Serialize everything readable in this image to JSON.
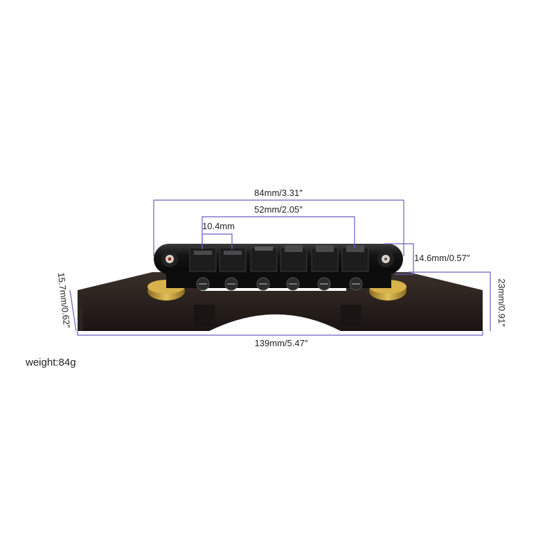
{
  "product": {
    "name": "guitar bridge with ebony base",
    "colors": {
      "base": "#241d1a",
      "saddle_body": "#121212",
      "thumbwheel": "#c8a13a",
      "dimension_line": "#6a5fc0",
      "background": "#ffffff"
    }
  },
  "dimensions": {
    "overall_width": "84mm/3.31″",
    "string_spacing": "52mm/2.05″",
    "saddle_pitch": "10.4mm",
    "bridge_height": "14.6mm/0.57″",
    "base_total_height": "23mm/0.91″",
    "base_end_height": "15.7mm/0.62″",
    "base_length": "139mm/5.47″"
  },
  "weight": "weight:84g"
}
